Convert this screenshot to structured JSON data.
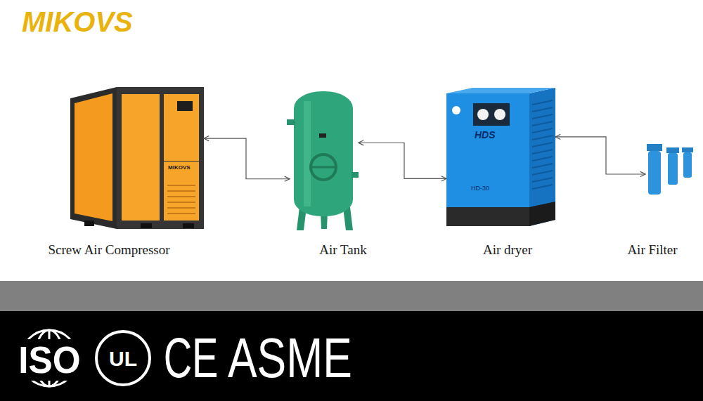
{
  "diagram": {
    "nodes": [
      {
        "text": [
          "Screw Air Compressor"
        ]
      },
      {
        "text": [
          "Air Tank"
        ]
      },
      {
        "text": [
          "Air dryer"
        ]
      },
      {
        "text": [
          "Air Filter"
        ]
      }
    ],
    "edges": [
      {
        "from": 0,
        "to": 1,
        "arrow": "both"
      },
      {
        "from": 1,
        "to": 2,
        "arrow": "both"
      },
      {
        "from": 2,
        "to": 3,
        "arrow": "both"
      }
    ],
    "labels": [
      "MIKOVS",
      "MIKOVS",
      "HDS",
      "HD-30",
      "ISO",
      "UL",
      "CE",
      "ASME"
    ]
  }
}
